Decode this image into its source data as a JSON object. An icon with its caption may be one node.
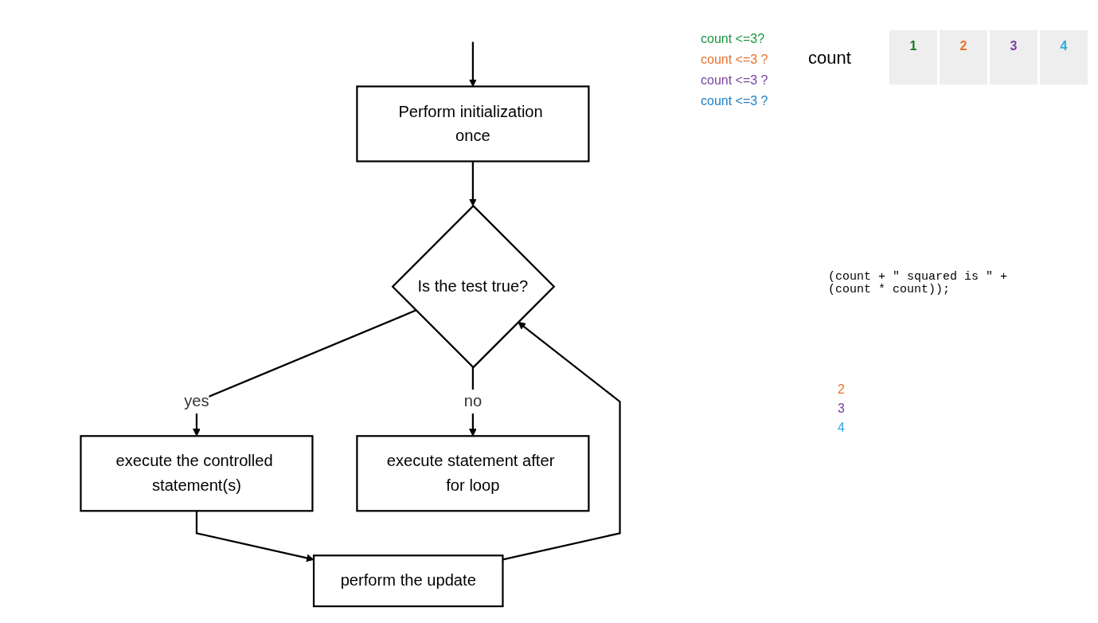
{
  "diagram": {
    "nodes": [
      {
        "text": [
          "Perform initialization once"
        ]
      },
      {
        "text": [
          "Is the test true?"
        ]
      },
      {
        "text": [
          "execute the controlled statement(s)"
        ]
      },
      {
        "text": [
          "perform the update"
        ]
      },
      {
        "text": [
          "execute statement after for loop"
        ]
      }
    ],
    "edges": [
      {
        "from": null,
        "to": 0,
        "arrow": "to"
      },
      {
        "from": 0,
        "to": 1,
        "arrow": "to"
      },
      {
        "from": 1,
        "to": 2,
        "arrow": "to",
        "label": "yes"
      },
      {
        "from": 2,
        "to": 3,
        "arrow": "to"
      },
      {
        "from": 3,
        "to": 1,
        "arrow": "to"
      },
      {
        "from": 1,
        "to": 4,
        "arrow": "to",
        "label": "no"
      }
    ],
    "labels": [
      "count <=3?",
      "count <=3 ?",
      "count <=3 ?",
      "count <=3 ?",
      "count",
      "1",
      "2",
      "3",
      "4",
      "(count + \" squared is \" + (count * count));",
      "2",
      "3",
      "4"
    ]
  }
}
